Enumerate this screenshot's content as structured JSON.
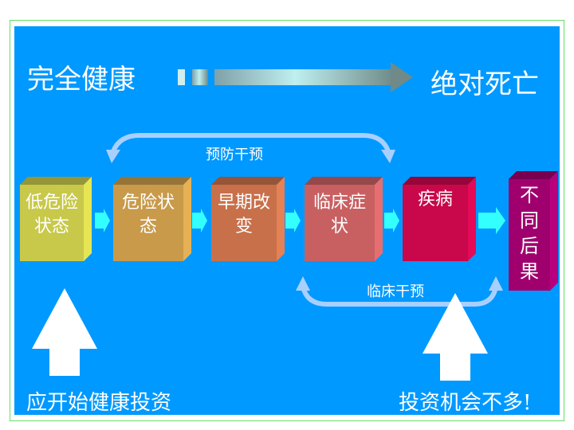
{
  "title_left": "完全健康",
  "title_right": "绝对死亡",
  "prevention_label": "预防干预",
  "clinical_label": "临床干预",
  "stages": [
    {
      "label": "低危险状态",
      "color": "#c8c84a"
    },
    {
      "label": "危险状态",
      "color": "#c89a4a"
    },
    {
      "label": "早期改变",
      "color": "#c8704a"
    },
    {
      "label": "临床症状",
      "color": "#c86062"
    },
    {
      "label": "疾病",
      "color": "#c8084a"
    },
    {
      "label": "不同后果",
      "color": "#a0006e"
    }
  ],
  "bottom_left": "应开始健康投资",
  "bottom_right": "投资机会不多!",
  "colors": {
    "background": "#0099ff",
    "link": "#33ffff"
  }
}
